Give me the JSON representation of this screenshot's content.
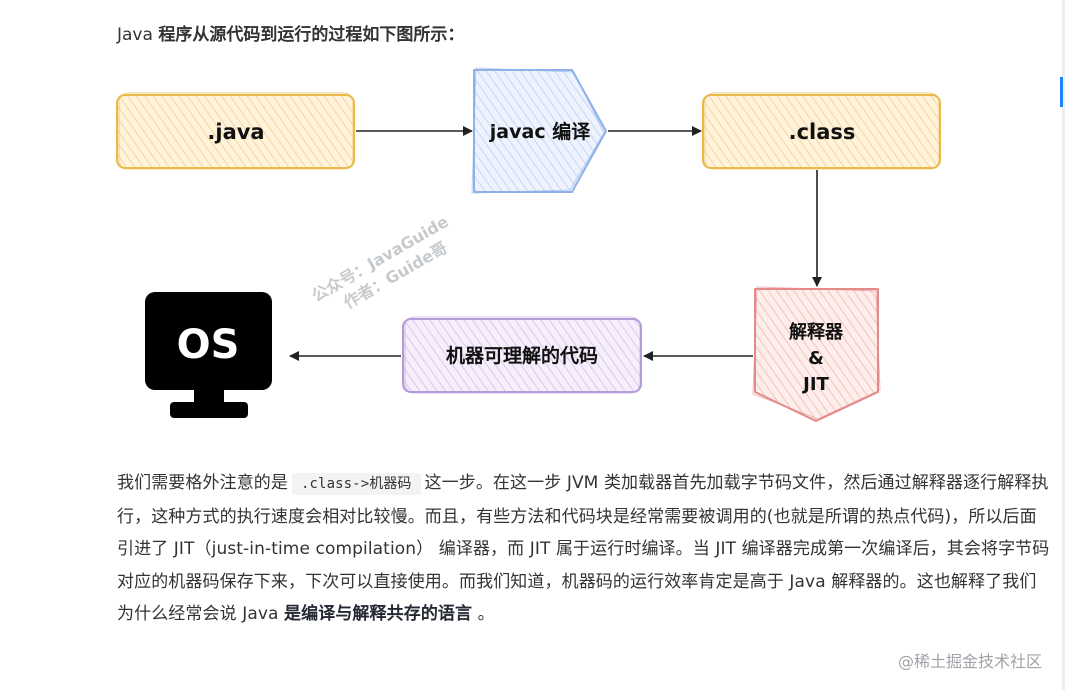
{
  "heading": {
    "prefix": "Java ",
    "bold": "程序从源代码到运行的过程如下图所示："
  },
  "diagram": {
    "nodes": {
      "java": ".java",
      "javac": "javac 编译",
      "class": ".class",
      "jit_line1": "解释器",
      "jit_line2": "&",
      "jit_line3": "JIT",
      "machine": "机器可理解的代码",
      "os": "OS"
    },
    "watermark_line1": "公众号：JavaGuide",
    "watermark_line2": "作者：Guide哥",
    "colors": {
      "yellow_stroke": "#e9b949",
      "yellow_fill": "#fdeac9",
      "blue_stroke": "#8fb1e8",
      "blue_fill": "#e4ecfb",
      "red_stroke": "#e38a8a",
      "red_fill": "#fbe0dc",
      "purple_stroke": "#b59bd8",
      "purple_fill": "#efe4f8"
    }
  },
  "paragraph": {
    "p1": "我们需要格外注意的是",
    "code": ".class->机器码",
    "p2": "这一步。在这一步 JVM 类加载器首先加载字节码文件，然后通过解释器逐行解释执行，这种方式的执行速度会相对比较慢。而且，有些方法和代码块是经常需要被调用的(也就是所谓的热点代码)，所以后面引进了 JIT（just-in-time compilation） 编译器，而 JIT 属于运行时编译。当 JIT 编译器完成第一次编译后，其会将字节码对应的机器码保存下来，下次可以直接使用。而我们知道，机器码的运行效率肯定是高于 Java 解释器的。这也解释了我们为什么经常会说 Java ",
    "bold": "是编译与解释共存的语言",
    "p3": " 。"
  },
  "site_watermark": "@稀土掘金技术社区"
}
